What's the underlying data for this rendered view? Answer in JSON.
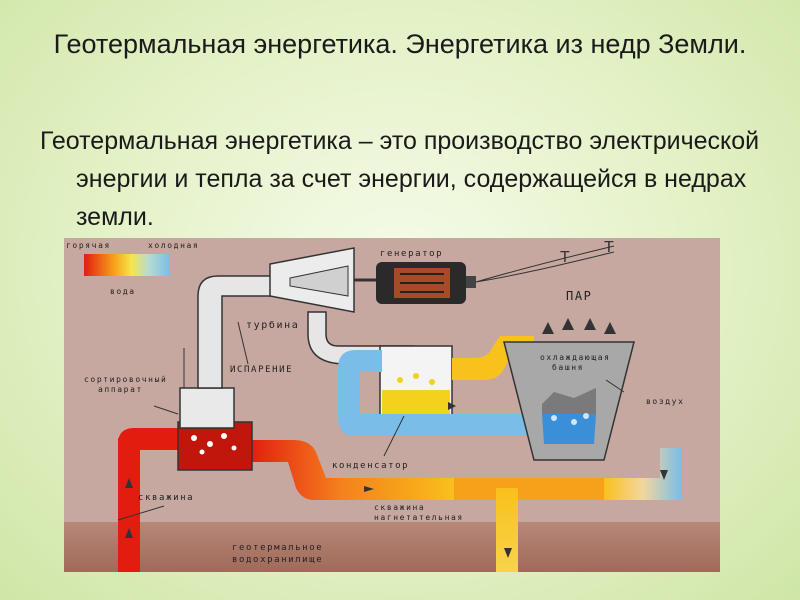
{
  "title": "Геотермальная энергетика. Энергетика из недр Земли.",
  "body_text": "Геотермальная энергетика – это производство электрической энергии и тепла за счет энергии, содержащейся в недрах земли.",
  "diagram": {
    "legend": {
      "hot": "горячая",
      "cold": "холодная",
      "water": "вода"
    },
    "labels": {
      "generator": "генератор",
      "steam": "ПАР",
      "turbine": "турбина",
      "evaporation": "ИСПАРЕНИЕ",
      "sorting_device_1": "сортировочный",
      "sorting_device_2": "аппарат",
      "cooling_tower_1": "охлаждающая",
      "cooling_tower_2": "башня",
      "air": "воздух",
      "condenser": "конденсатор",
      "well": "скважина",
      "injection_well_1": "скважина",
      "injection_well_2": "нагнетательная",
      "reservoir_1": "геотермальное",
      "reservoir_2": "водохранилище"
    },
    "colors": {
      "hot": "#e21d10",
      "warm": "#f08a1e",
      "cold": "#79bde8",
      "ground": "#c9aaa3",
      "deep_ground": "#a57a6a",
      "condenser_water": "#f2d21c",
      "tower_water": "#3b8fd8"
    }
  }
}
